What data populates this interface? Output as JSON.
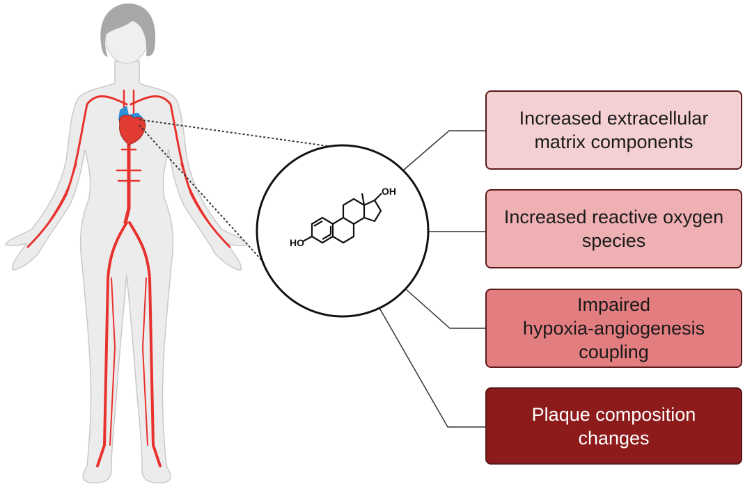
{
  "figure": {
    "molecule": {
      "name": "estradiol",
      "labels": {
        "hydroxyl_left": "HO",
        "hydroxyl_right": "OH"
      }
    },
    "effects": [
      {
        "label": "Increased extracellular\nmatrix components",
        "color": "#f4d0d2"
      },
      {
        "label": "Increased reactive oxygen\nspecies",
        "color": "#eeb0b3"
      },
      {
        "label": "Impaired\nhypoxia-angiogenesis\ncoupling",
        "color": "#e27d80"
      },
      {
        "label": "Plaque composition\nchanges",
        "color": "#8e1b1b"
      }
    ],
    "colors": {
      "artery": "#e8322e",
      "body": "#ececec",
      "hair": "#a8a8a8",
      "vein": "#2b8fd6"
    }
  }
}
